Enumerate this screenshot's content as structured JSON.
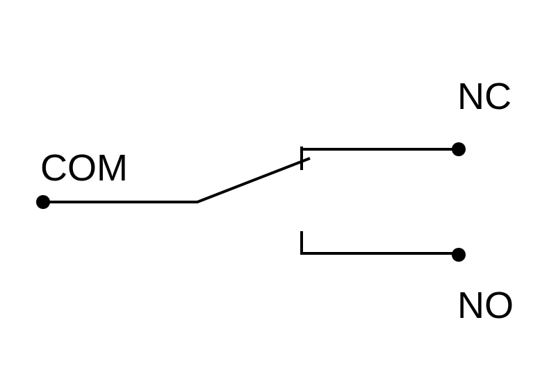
{
  "labels": {
    "com": "COM",
    "nc": "NC",
    "no": "NO"
  },
  "colors": {
    "stroke": "#000000",
    "background": "#ffffff"
  }
}
